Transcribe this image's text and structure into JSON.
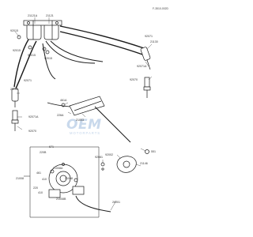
{
  "diagram": {
    "code": "F-3510-002D",
    "watermark": {
      "title": "OEM",
      "subtitle": "MOTORPARTS"
    },
    "part_labels": [
      "21121A",
      "21121",
      "92015",
      "92015",
      "92015",
      "92015",
      "92071",
      "21130",
      "92071A",
      "92070",
      "92071",
      "21130",
      "461A",
      "226A",
      "21003",
      "92071A",
      "92070",
      "671",
      "220B",
      "21008A",
      "92002",
      "92081",
      "21146",
      "551",
      "461",
      "410",
      "220",
      "410",
      "21008",
      "21008",
      "21008B",
      "26001"
    ]
  },
  "colors": {
    "line": "#1a1a1a",
    "watermark": "#b8cde6"
  }
}
